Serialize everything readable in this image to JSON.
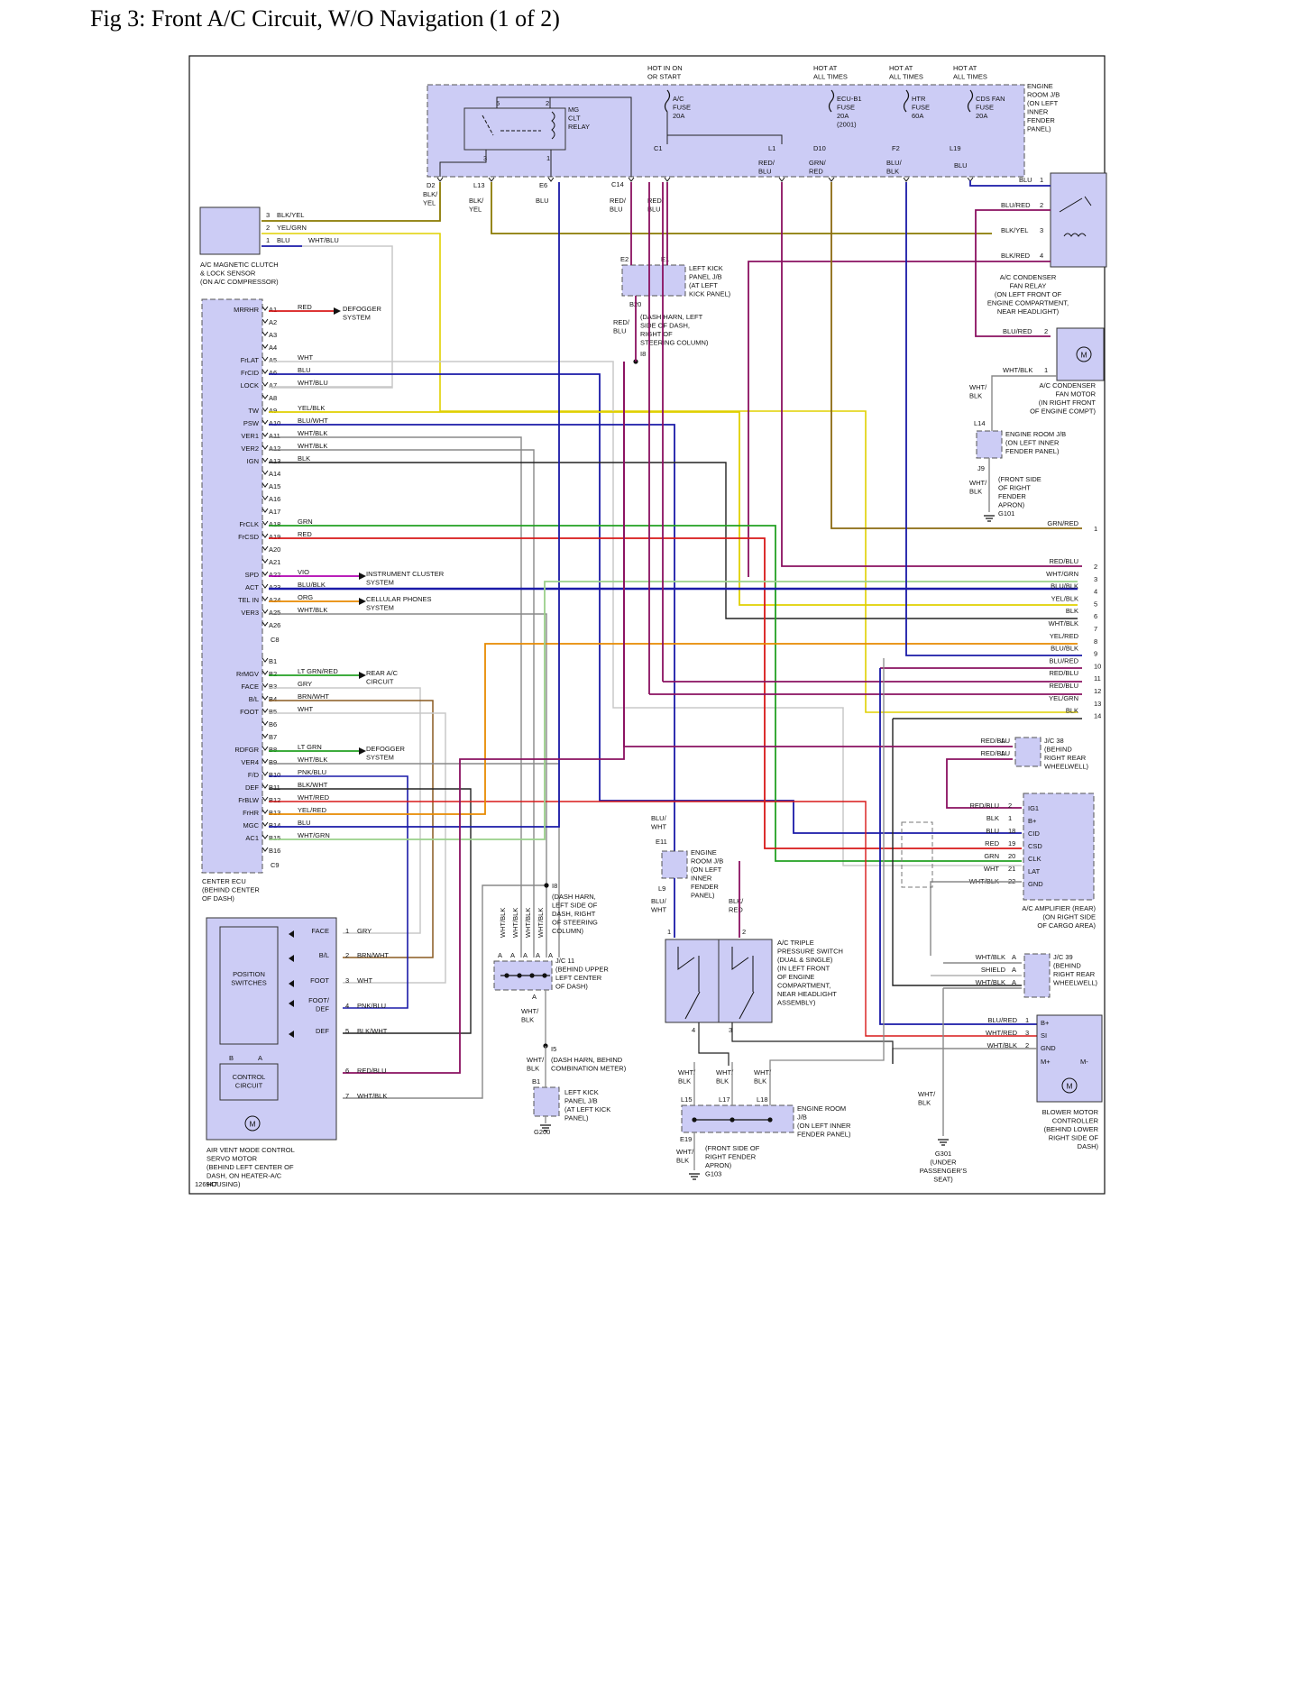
{
  "page": {
    "title": "Fig 3: Front A/C Circuit, W/O Navigation (1 of 2)",
    "figure_id": "126947"
  },
  "top": {
    "hot_on": "HOT IN ON\nOR START",
    "hot_all": "HOT AT\nALL TIMES",
    "ac_fuse": "A/C\nFUSE\n20A",
    "ecu_fuse": "ECU-B1\nFUSE\n20A\n(2001)",
    "htr_fuse": "HTR\nFUSE\n60A",
    "cds_fuse": "CDS FAN\nFUSE\n20A",
    "er_jb": "ENGINE\nROOM J/B\n(ON LEFT\nINNER\nFENDER\nPANEL)",
    "mg_relay": "MG\nCLT\nRELAY",
    "pins_top": [
      "D2",
      "L13",
      "E6",
      "C14",
      "C1",
      "L1",
      "D10",
      "F2",
      "L19"
    ],
    "relay_pins": [
      "5",
      "2",
      "3",
      "1"
    ],
    "wire_top": [
      "BLK/\nYEL",
      "BLK/\nYEL",
      "BLU",
      "RED/\nBLU",
      "RED/\nBLU",
      "RED/\nBLU",
      "GRN/\nRED",
      "BLU/\nBLK",
      "BLU"
    ]
  },
  "clutch": {
    "pins": [
      "3",
      "2",
      "1"
    ],
    "wires": [
      "BLK/YEL",
      "YEL/GRN",
      "BLU",
      "WHT/BLU"
    ],
    "label": "A/C MAGNETIC CLUTCH\n& LOCK SENSOR\n(ON A/C COMPRESSOR)"
  },
  "condenser": {
    "relay_wires": [
      "BLU",
      "BLU/RED",
      "BLK/YEL",
      "BLK/RED"
    ],
    "relay_pins": [
      "1",
      "2",
      "3",
      "4"
    ],
    "relay_label": "A/C CONDENSER\nFAN RELAY\n(ON LEFT FRONT OF\nENGINE COMPARTMENT,\nNEAR HEADLIGHT)",
    "motor_wires": [
      "BLU/RED",
      "WHT/BLK"
    ],
    "motor_pins": [
      "2",
      "1"
    ],
    "motor_label": "A/C CONDENSER\nFAN MOTOR\n(IN RIGHT FRONT\nOF ENGINE COMPT)",
    "motor_icon": "motor-icon",
    "m": "M"
  },
  "jb_right": {
    "wire1": "WHT/\nBLK",
    "pin_l14": "L14",
    "label": "ENGINE ROOM J/B\n(ON LEFT INNER\nFENDER PANEL)",
    "pin_j9": "J9",
    "wire2": "WHT/\nBLK",
    "g101": "(FRONT SIDE\nOF RIGHT\nFENDER\nAPRON)\nG101"
  },
  "kick": {
    "pins": [
      "E2",
      "E1"
    ],
    "label": "LEFT KICK\nPANEL J/B\n(AT LEFT\nKICK PANEL)",
    "b20": "B20",
    "wire": "RED/\nBLU",
    "harn": "(DASH HARN, LEFT\nSIDE OF DASH,\nRIGHT OF\nSTEERING COLUMN)",
    "i8": "I8"
  },
  "ecu": {
    "label": "CENTER ECU\n(BEHIND CENTER\nOF DASH)",
    "connector_a": "C8",
    "connector_b": "C9",
    "rows_a": [
      [
        "MRRHR",
        "A1",
        "RED"
      ],
      [
        "",
        "A2",
        ""
      ],
      [
        "",
        "A3",
        ""
      ],
      [
        "",
        "A4",
        ""
      ],
      [
        "FrLAT",
        "A5",
        "WHT"
      ],
      [
        "FrCID",
        "A6",
        "BLU"
      ],
      [
        "LOCK",
        "A7",
        "WHT/BLU"
      ],
      [
        "",
        "A8",
        ""
      ],
      [
        "TW",
        "A9",
        "YEL/BLK"
      ],
      [
        "PSW",
        "A10",
        "BLU/WHT"
      ],
      [
        "VER1",
        "A11",
        "WHT/BLK"
      ],
      [
        "VER2",
        "A12",
        "WHT/BLK"
      ],
      [
        "IGN",
        "A13",
        "BLK"
      ],
      [
        "",
        "A14",
        ""
      ],
      [
        "",
        "A15",
        ""
      ],
      [
        "",
        "A16",
        ""
      ],
      [
        "",
        "A17",
        ""
      ],
      [
        "FrCLK",
        "A18",
        "GRN"
      ],
      [
        "FrCSD",
        "A19",
        "RED"
      ],
      [
        "",
        "A20",
        ""
      ],
      [
        "",
        "A21",
        ""
      ],
      [
        "SPD",
        "A22",
        "VIO"
      ],
      [
        "ACT",
        "A23",
        "BLU/BLK"
      ],
      [
        "TEL IN",
        "A24",
        "ORG"
      ],
      [
        "VER3",
        "A25",
        "WHT/BLK"
      ],
      [
        "",
        "A26",
        ""
      ]
    ],
    "rows_b": [
      [
        "",
        "B1",
        ""
      ],
      [
        "RrMGV",
        "B2",
        "LT GRN/RED"
      ],
      [
        "FACE",
        "B3",
        "GRY"
      ],
      [
        "B/L",
        "B4",
        "BRN/WHT"
      ],
      [
        "FOOT",
        "B5",
        "WHT"
      ],
      [
        "",
        "B6",
        ""
      ],
      [
        "",
        "B7",
        ""
      ],
      [
        "RDFGR",
        "B8",
        "LT GRN"
      ],
      [
        "VER4",
        "B9",
        "WHT/BLK"
      ],
      [
        "F/D",
        "B10",
        "PNK/BLU"
      ],
      [
        "DEF",
        "B11",
        "BLK/WHT"
      ],
      [
        "FrBLW",
        "B12",
        "WHT/RED"
      ],
      [
        "FrHR",
        "B13",
        "YEL/RED"
      ],
      [
        "MGC",
        "B14",
        "BLU"
      ],
      [
        "AC1",
        "B15",
        "WHT/GRN"
      ],
      [
        "",
        "B16",
        ""
      ]
    ],
    "arrow_defogger": "DEFOGGER\nSYSTEM",
    "arrow_instrument": "INSTRUMENT CLUSTER\nSYSTEM",
    "arrow_cellular": "CELLULAR PHONES\nSYSTEM",
    "arrow_rear": "REAR A/C\nCIRCUIT",
    "arrow_defogger2": "DEFOGGER\nSYSTEM"
  },
  "right_list": {
    "rows": [
      [
        "GRN/RED",
        "1"
      ],
      [
        "RED/BLU",
        "2"
      ],
      [
        "WHT/GRN",
        "3"
      ],
      [
        "BLU/BLK",
        "4"
      ],
      [
        "YEL/BLK",
        "5"
      ],
      [
        "BLK",
        "6"
      ],
      [
        "WHT/BLK",
        "7"
      ],
      [
        "YEL/RED",
        "8"
      ],
      [
        "BLU/BLK",
        "9"
      ],
      [
        "BLU/RED",
        "10"
      ],
      [
        "RED/BLU",
        "11"
      ],
      [
        "RED/BLU",
        "12"
      ],
      [
        "YEL/GRN",
        "13"
      ],
      [
        "BLK",
        "14"
      ]
    ]
  },
  "jc38": {
    "wires": [
      "RED/BLU",
      "RED/BLU"
    ],
    "pins": [
      "A",
      "A"
    ],
    "label": "J/C 38\n(BEHIND\nRIGHT REAR\nWHEELWELL)"
  },
  "amp": {
    "label": "A/C AMPLIFIER (REAR)\n(ON RIGHT SIDE\nOF CARGO AREA)",
    "rows": [
      [
        "RED/BLU",
        "2",
        "IG1"
      ],
      [
        "BLK",
        "1",
        "B+"
      ],
      [
        "BLU",
        "18",
        "CID"
      ],
      [
        "RED",
        "19",
        "CSD"
      ],
      [
        "GRN",
        "20",
        "CLK"
      ],
      [
        "WHT",
        "21",
        "LAT"
      ],
      [
        "WHT/BLK",
        "22",
        "GND"
      ]
    ]
  },
  "jc39": {
    "wires": [
      "WHT/BLK",
      "SHIELD",
      "WHT/BLK"
    ],
    "pins": [
      "A",
      "A",
      "A"
    ],
    "label": "J/C 39\n(BEHIND\nRIGHT REAR\nWHEELWELL)"
  },
  "blower": {
    "rows": [
      [
        "BLU/RED",
        "1",
        "B+"
      ],
      [
        "WHT/RED",
        "3",
        "SI"
      ],
      [
        "WHT/BLK",
        "2",
        "GND"
      ]
    ],
    "m_plus": "M+",
    "m_minus": "M-",
    "label": "BLOWER MOTOR\nCONTROLLER\n(BEHIND LOWER\nRIGHT SIDE OF\nDASH)",
    "m": "M"
  },
  "g301": {
    "wire": "WHT/\nBLK",
    "label": "G301\n(UNDER\nPASSENGER'S\nSEAT)"
  },
  "er_jb_mid": {
    "wire1": "BLU/\nWHT",
    "pin_e11": "E11",
    "label": "ENGINE\nROOM J/B\n(ON LEFT\nINNER\nFENDER\nPANEL)",
    "pin_l9": "L9",
    "wire2": "BLU/\nWHT",
    "wire3": "BLK/\nRED"
  },
  "pressure": {
    "pins": [
      "1",
      "2",
      "4",
      "3"
    ],
    "label": "A/C TRIPLE\nPRESSURE SWITCH\n(DUAL & SINGLE)\n(IN LEFT FRONT\nOF ENGINE\nCOMPARTMENT,\nNEAR HEADLIGHT\nASSEMBLY)"
  },
  "jb_bottom": {
    "wires": [
      "WHT/\nBLK",
      "WHT/\nBLK",
      "WHT/\nBLK"
    ],
    "pins": [
      "L15",
      "L17",
      "L18"
    ],
    "label": "ENGINE ROOM\nJ/B\n(ON LEFT INNER\nFENDER PANEL)",
    "e19": "E19",
    "wire_out": "WHT/\nBLK",
    "g103": "(FRONT SIDE OF\nRIGHT FENDER\nAPRON)\nG103"
  },
  "jc11": {
    "i8": "I8",
    "harn": "(DASH HARN,\nLEFT SIDE OF\nDASH, RIGHT\nOF STEERING\nCOLUMN)",
    "vert_wires": [
      "WHT/BLK",
      "WHT/BLK",
      "WHT/BLK",
      "WHT/BLK"
    ],
    "pins": [
      "A",
      "A",
      "A",
      "A",
      "A"
    ],
    "label": "J/C 11\n(BEHIND UPPER\nLEFT CENTER\nOF DASH)",
    "pin_bottom": "A",
    "wire_out": "WHT/\nBLK",
    "i5": "I5",
    "harn2": "(DASH HARN, BEHIND\nCOMBINATION METER)",
    "wire_out2": "WHT/\nBLK",
    "b1": "B1",
    "kick_label": "LEFT KICK\nPANEL J/B\n(AT LEFT KICK\nPANEL)",
    "g200": "G200"
  },
  "servo": {
    "title": "POSITION\nSWITCHES",
    "control": "CONTROL\nCIRCUIT",
    "switches": [
      "FACE",
      "B/L",
      "FOOT",
      "FOOT/\nDEF",
      "DEF"
    ],
    "rows": [
      [
        "1",
        "GRY"
      ],
      [
        "2",
        "BRN/WHT"
      ],
      [
        "3",
        "WHT"
      ],
      [
        "4",
        "PNK/BLU"
      ],
      [
        "5",
        "BLK/WHT"
      ],
      [
        "6",
        "RED/BLU"
      ],
      [
        "7",
        "WHT/BLK"
      ]
    ],
    "b": "B",
    "a": "A",
    "m": "M",
    "label": "AIR VENT MODE CONTROL\nSERVO MOTOR\n(BEHIND LEFT CENTER OF\nDASH, ON HEATER-A/C\nHOUSING)"
  },
  "colors": {
    "blu": "#1a1aa8",
    "red": "#d81818",
    "grn": "#22a022",
    "yel": "#e0d000",
    "wht": "#c8c8c8",
    "blk": "#222222",
    "vio": "#b000b0",
    "org": "#e88a00",
    "redblu": "#8a1060",
    "blkyel": "#8a7a00",
    "grnred": "#8a6a10",
    "whtgrn": "#9ad08a",
    "brn": "#8a5a20",
    "whtblk": "#888888",
    "box": "#ccccf5"
  }
}
